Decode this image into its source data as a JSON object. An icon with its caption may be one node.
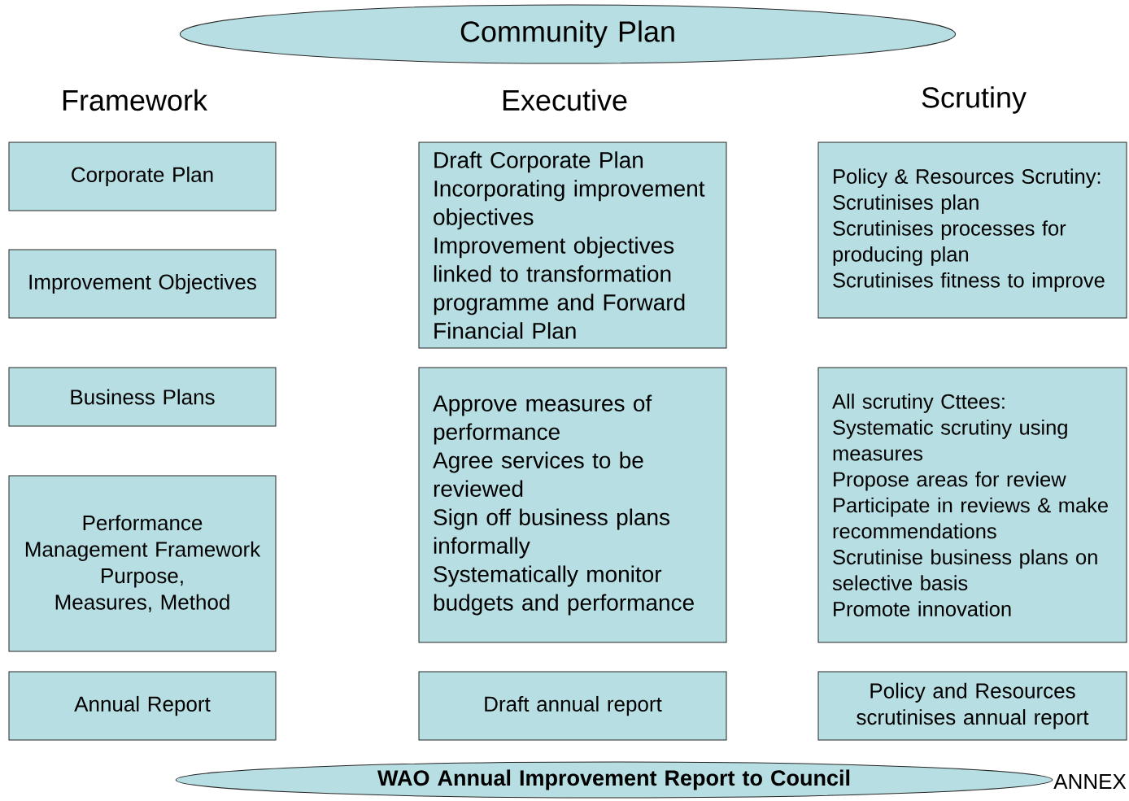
{
  "diagram": {
    "nodes": [
      {
        "text": [
          "Community Plan"
        ]
      },
      {
        "text": [
          "Corporate Plan"
        ]
      },
      {
        "text": [
          "Draft Corporate Plan Incorporating improvement objectives",
          "Improvement objectives linked to transformation programme and Forward Financial Plan"
        ]
      },
      {
        "text": [
          "Policy & Resources Scrutiny: Scrutinises plan",
          "Scrutinises processes for producing plan",
          "Scrutinises fitness to improve"
        ]
      },
      {
        "text": [
          "Improvement Objectives"
        ]
      },
      {
        "text": [
          "Business Plans"
        ]
      },
      {
        "text": [
          "Approve measures of performance",
          "Agree services to be reviewed",
          "Sign off business plans informally",
          "Systematically monitor budgets and performance"
        ]
      },
      {
        "text": [
          "All scrutiny Cttees:",
          "Systematic scrutiny using measures",
          "Propose areas for review",
          "Participate in reviews & make recommendations",
          "Scrutinise business plans on selective basis",
          "Promote innovation"
        ]
      },
      {
        "text": [
          "Performance Management Framework",
          "Purpose, Measures, Method"
        ]
      },
      {
        "text": [
          "Annual Report"
        ]
      },
      {
        "text": [
          "Draft annual report"
        ]
      },
      {
        "text": [
          "Policy and Resources scrutinises annual report"
        ]
      },
      {
        "text": [
          "WAO Annual Improvement Report to Council"
        ]
      }
    ],
    "edges": [],
    "labels": [
      "Framework",
      "Executive",
      "Scrutiny",
      "ANNEX"
    ]
  }
}
